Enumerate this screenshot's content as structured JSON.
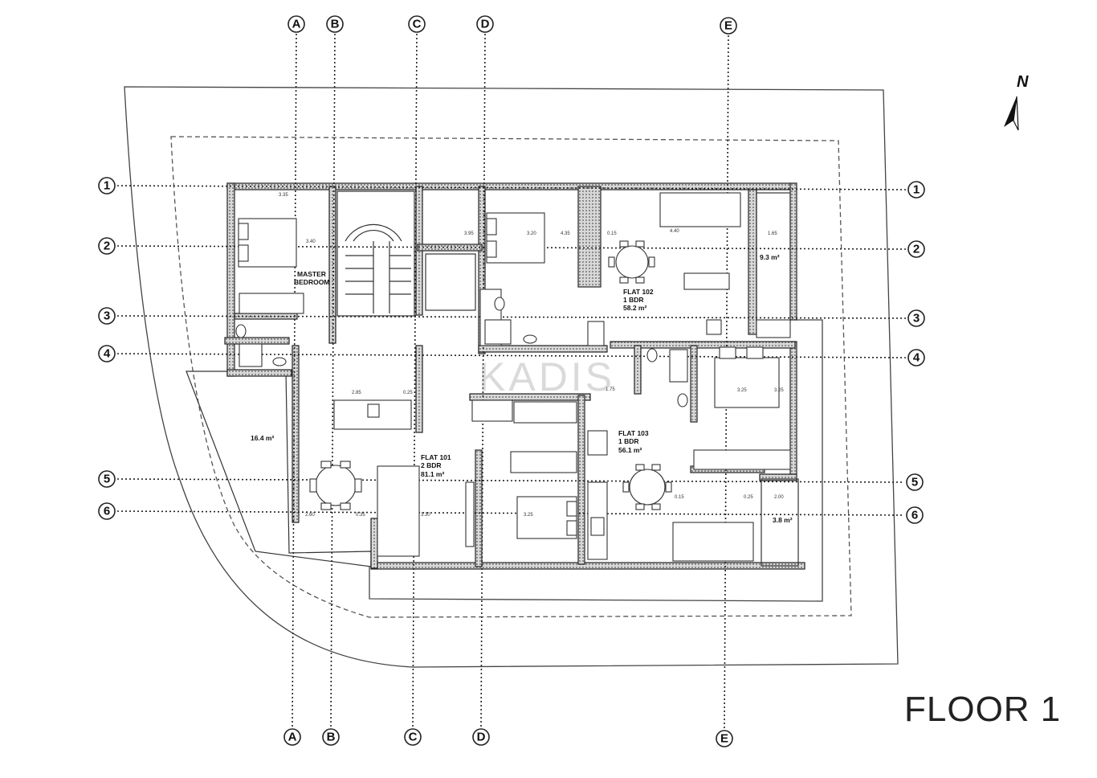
{
  "title": "FLOOR 1",
  "watermark": "KADIS",
  "north_label": "N",
  "axes_vertical": [
    "A",
    "B",
    "C",
    "D",
    "E"
  ],
  "axes_horizontal": [
    "1",
    "2",
    "3",
    "4",
    "5",
    "6"
  ],
  "rooms": {
    "master_bedroom": [
      "MASTER",
      "BEDROOM"
    ],
    "flat_101": [
      "FLAT 101",
      "2 BDR",
      "81.1 m²"
    ],
    "flat_102": [
      "FLAT 102",
      "1 BDR",
      "58.2 m²"
    ],
    "flat_103": [
      "FLAT 103",
      "1 BDR",
      "56.1 m²"
    ],
    "veranda_west": "16.4 m²",
    "veranda_ne": "9.3 m²",
    "veranda_se": "3.8 m²"
  },
  "dimensions": [
    "3.35",
    "3.40",
    "2.85",
    "0.25",
    "2.60",
    "0.35",
    "3.30",
    "3.25",
    "3.20",
    "3.25",
    "4.40",
    "1.65",
    "4.35",
    "0.15",
    "1.75",
    "2.00",
    "0.15",
    "0.25",
    "3.95",
    "3.25"
  ]
}
